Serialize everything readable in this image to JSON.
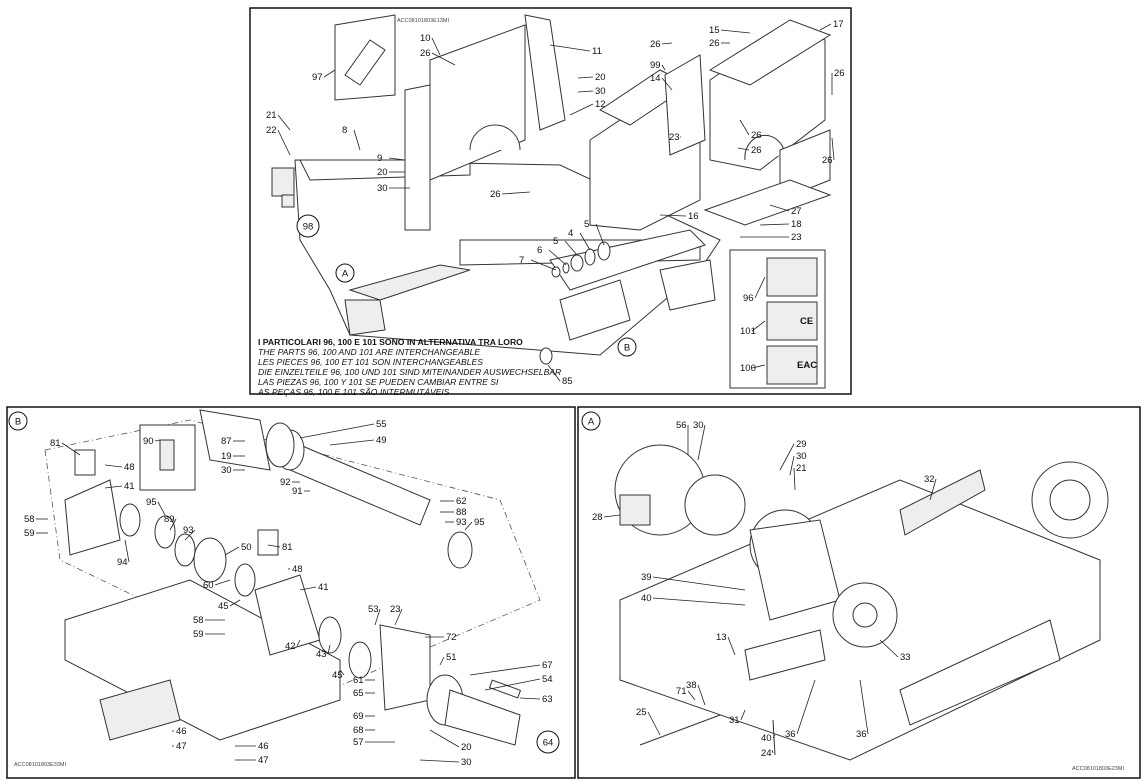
{
  "top_panel": {
    "code": "ACC08101803E13MI",
    "note_lines": [
      "I PARTICOLARI 96, 100 E 101 SONO IN ALTERNATIVA TRA LORO",
      "THE PARTS 96, 100 AND 101 ARE INTERCHANGEABLE",
      "LES PIECES 96, 100 ET 101 SON INTERCHANGEABLES",
      "DIE EINZELTEILE 96, 100 UND 101 SIND MITEINANDER AUSWECHSELBAR",
      "LAS PIEZAS 96, 100 Y 101 SE PUEDEN CAMBIAR ENTRE SI",
      "AS PEÇAS 96, 100 E 101 SÃO INTERMUTÁVEIS"
    ],
    "callouts": [
      "97",
      "10",
      "26",
      "11",
      "20",
      "30",
      "12",
      "8",
      "21",
      "22",
      "9",
      "20",
      "30",
      "26",
      "15",
      "17",
      "26",
      "26",
      "99",
      "14",
      "26",
      "23",
      "26",
      "26",
      "26",
      "27",
      "18",
      "23",
      "16",
      "5",
      "4",
      "5",
      "6",
      "7",
      "85",
      "96",
      "101",
      "100"
    ],
    "circled": [
      "98",
      "A",
      "B"
    ],
    "plate_marks": [
      "CE",
      "EAC"
    ]
  },
  "detail_b": {
    "code": "ACC08101803E33MI",
    "circled": [
      "B",
      "64"
    ],
    "callouts": [
      "81",
      "48",
      "41",
      "58",
      "59",
      "95",
      "89",
      "94",
      "93",
      "50",
      "60",
      "45",
      "58",
      "59",
      "81",
      "48",
      "41",
      "42",
      "43",
      "45",
      "90",
      "87",
      "19",
      "30",
      "55",
      "49",
      "92",
      "91",
      "62",
      "88",
      "93",
      "95",
      "53",
      "23",
      "72",
      "51",
      "67",
      "54",
      "63",
      "61",
      "65",
      "69",
      "68",
      "57",
      "20",
      "30",
      "46",
      "47",
      "46",
      "47"
    ]
  },
  "detail_a": {
    "code": "ACC08101803E23MI",
    "circled": [
      "A"
    ],
    "callouts": [
      "56",
      "30",
      "29",
      "30",
      "21",
      "32",
      "28",
      "39",
      "40",
      "33",
      "13",
      "71",
      "38",
      "25",
      "31",
      "36",
      "36",
      "40",
      "24"
    ]
  }
}
